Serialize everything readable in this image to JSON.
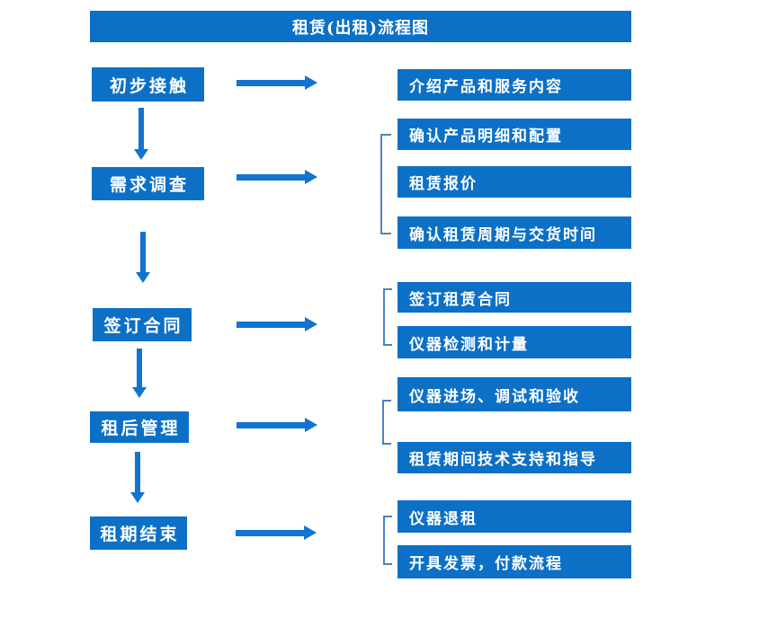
{
  "title": "租赁(出租)流程图",
  "colors": {
    "box_blue": "#0C70C6",
    "arrow_blue": "#1273D0",
    "bracket_blue": "#4E81BD",
    "text_white": "#FFFFFF"
  },
  "icons": {
    "right_arrow": "css-triangle-right",
    "down_arrow": "css-triangle-down",
    "bracket": "css-square-bracket-left"
  },
  "steps": [
    {
      "label": "初步接触"
    },
    {
      "label": "需求调查"
    },
    {
      "label": "签订合同"
    },
    {
      "label": "租后管理"
    },
    {
      "label": "租期结束"
    }
  ],
  "details": [
    {
      "label": "介绍产品和服务内容"
    },
    {
      "label": "确认产品明细和配置"
    },
    {
      "label": "租赁报价"
    },
    {
      "label": "确认租赁周期与交货时间"
    },
    {
      "label": "签订租赁合同"
    },
    {
      "label": "仪器检测和计量"
    },
    {
      "label": "仪器进场、调试和验收"
    },
    {
      "label": "租赁期间技术支持和指导"
    },
    {
      "label": "仪器退租"
    },
    {
      "label": "开具发票，付款流程"
    }
  ]
}
